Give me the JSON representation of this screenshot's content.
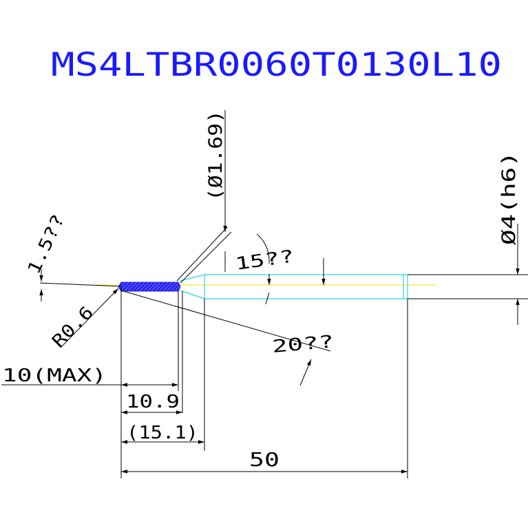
{
  "drawing": {
    "part_number": "MS4LTBR0060T0130L10",
    "dimensions": {
      "neck_diameter": "(Ø1.69)",
      "shank_diameter": "Ø4(h6)",
      "corner_radius": "R0.6",
      "flute_length": "10(MAX)",
      "neck_length": "10.9",
      "reach_length": "(15.1)",
      "overall_length": "50"
    },
    "angles": {
      "side_angle": "1.5??",
      "taper_angle": "15??",
      "lower_angle": "20??"
    }
  },
  "colors": {
    "title": "#1a1aff",
    "body_outline": "#2ad4e0",
    "center_line": "#f5e400",
    "hatch": "#0000cc",
    "hatch_light": "#4a4aff",
    "dimension": "#000000"
  }
}
